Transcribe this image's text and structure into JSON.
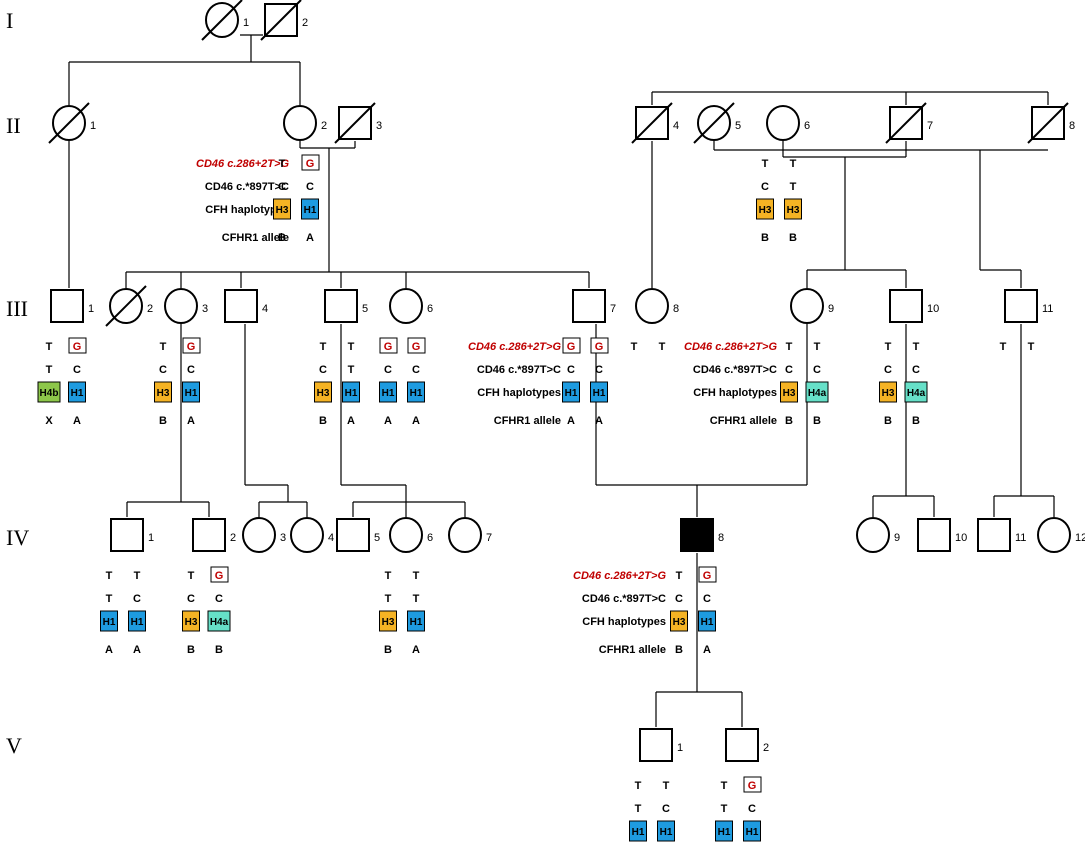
{
  "colors": {
    "H1": "#1e9be0",
    "H3": "#f5b324",
    "H4a": "#66e0c8",
    "H4b": "#8dc74a",
    "mutation": "#c00000",
    "affected": "#000000"
  },
  "generations": [
    "I",
    "II",
    "III",
    "IV",
    "V"
  ],
  "labels": {
    "mut": "CD46 c.286+2T>G",
    "snp": "CD46 c.*897T>C",
    "hap": "CFH haplotypes",
    "cfhr1": "CFHR1 allele"
  },
  "individuals": [
    {
      "id": "I-1",
      "num": "1",
      "sex": "F",
      "deceased": true
    },
    {
      "id": "I-2",
      "num": "2",
      "sex": "M",
      "deceased": true
    },
    {
      "id": "II-1",
      "num": "1",
      "sex": "F",
      "deceased": true
    },
    {
      "id": "II-2",
      "num": "2",
      "sex": "F",
      "mut": [
        "T",
        "G"
      ],
      "snp": [
        "C",
        "C"
      ],
      "hap": [
        "H3",
        "H1"
      ],
      "cfhr1": [
        "B",
        "A"
      ]
    },
    {
      "id": "II-3",
      "num": "3",
      "sex": "M",
      "deceased": true
    },
    {
      "id": "II-4",
      "num": "4",
      "sex": "M",
      "deceased": true
    },
    {
      "id": "II-5",
      "num": "5",
      "sex": "F",
      "deceased": true
    },
    {
      "id": "II-6",
      "num": "6",
      "sex": "F",
      "mut": [
        "T",
        "T"
      ],
      "snp": [
        "C",
        "T"
      ],
      "hap": [
        "H3",
        "H3"
      ],
      "cfhr1": [
        "B",
        "B"
      ]
    },
    {
      "id": "II-7",
      "num": "7",
      "sex": "M",
      "deceased": true
    },
    {
      "id": "II-8",
      "num": "8",
      "sex": "M",
      "deceased": true
    },
    {
      "id": "III-1",
      "num": "1",
      "sex": "M",
      "mut": [
        "T",
        "G"
      ],
      "snp": [
        "T",
        "C"
      ],
      "hap": [
        "H4b",
        "H1"
      ],
      "cfhr1": [
        "X",
        "A"
      ]
    },
    {
      "id": "III-2",
      "num": "2",
      "sex": "F",
      "deceased": true
    },
    {
      "id": "III-3",
      "num": "3",
      "sex": "F",
      "mut": [
        "T",
        "G"
      ],
      "snp": [
        "C",
        "C"
      ],
      "hap": [
        "H3",
        "H1"
      ],
      "cfhr1": [
        "B",
        "A"
      ]
    },
    {
      "id": "III-4",
      "num": "4",
      "sex": "M"
    },
    {
      "id": "III-5",
      "num": "5",
      "sex": "M",
      "mut": [
        "T",
        "T"
      ],
      "snp": [
        "C",
        "T"
      ],
      "hap": [
        "H3",
        "H1"
      ],
      "cfhr1": [
        "B",
        "A"
      ]
    },
    {
      "id": "III-6",
      "num": "6",
      "sex": "F",
      "mut": [
        "G",
        "G"
      ],
      "snp": [
        "C",
        "C"
      ],
      "hap": [
        "H1",
        "H1"
      ],
      "cfhr1": [
        "A",
        "A"
      ]
    },
    {
      "id": "III-7",
      "num": "7",
      "sex": "M",
      "mut": [
        "G",
        "G"
      ],
      "snp": [
        "C",
        "C"
      ],
      "hap": [
        "H1",
        "H1"
      ],
      "cfhr1": [
        "A",
        "A"
      ]
    },
    {
      "id": "III-8",
      "num": "8",
      "sex": "F",
      "mut": [
        "T",
        "T"
      ]
    },
    {
      "id": "III-9",
      "num": "9",
      "sex": "F",
      "mut": [
        "T",
        "T"
      ],
      "snp": [
        "C",
        "C"
      ],
      "hap": [
        "H3",
        "H4a"
      ],
      "cfhr1": [
        "B",
        "B"
      ]
    },
    {
      "id": "III-10",
      "num": "10",
      "sex": "M",
      "mut": [
        "T",
        "T"
      ],
      "snp": [
        "C",
        "C"
      ],
      "hap": [
        "H3",
        "H4a"
      ],
      "cfhr1": [
        "B",
        "B"
      ]
    },
    {
      "id": "III-11",
      "num": "11",
      "sex": "M",
      "mut": [
        "T",
        "T"
      ]
    },
    {
      "id": "IV-1",
      "num": "1",
      "sex": "M",
      "mut": [
        "T",
        "T"
      ],
      "snp": [
        "T",
        "C"
      ],
      "hap": [
        "H1",
        "H1"
      ],
      "cfhr1": [
        "A",
        "A"
      ]
    },
    {
      "id": "IV-2",
      "num": "2",
      "sex": "M",
      "mut": [
        "T",
        "G"
      ],
      "snp": [
        "C",
        "C"
      ],
      "hap": [
        "H3",
        "H4a"
      ],
      "cfhr1": [
        "B",
        "B"
      ]
    },
    {
      "id": "IV-3",
      "num": "3",
      "sex": "F"
    },
    {
      "id": "IV-4",
      "num": "4",
      "sex": "F"
    },
    {
      "id": "IV-5",
      "num": "5",
      "sex": "M"
    },
    {
      "id": "IV-6",
      "num": "6",
      "sex": "F",
      "mut": [
        "T",
        "T"
      ],
      "snp": [
        "T",
        "T"
      ],
      "hap": [
        "H3",
        "H1"
      ],
      "cfhr1": [
        "B",
        "A"
      ]
    },
    {
      "id": "IV-7",
      "num": "7",
      "sex": "F"
    },
    {
      "id": "IV-8",
      "num": "8",
      "sex": "M",
      "affected": true,
      "mut": [
        "T",
        "G"
      ],
      "snp": [
        "C",
        "C"
      ],
      "hap": [
        "H3",
        "H1"
      ],
      "cfhr1": [
        "B",
        "A"
      ]
    },
    {
      "id": "IV-9",
      "num": "9",
      "sex": "F"
    },
    {
      "id": "IV-10",
      "num": "10",
      "sex": "M"
    },
    {
      "id": "IV-11",
      "num": "11",
      "sex": "M"
    },
    {
      "id": "IV-12",
      "num": "12",
      "sex": "F"
    },
    {
      "id": "V-1",
      "num": "1",
      "sex": "M",
      "mut": [
        "T",
        "T"
      ],
      "snp": [
        "T",
        "C"
      ],
      "hap": [
        "H1",
        "H1"
      ],
      "cfhr1": [
        "A",
        "A"
      ]
    },
    {
      "id": "V-2",
      "num": "2",
      "sex": "M",
      "mut": [
        "T",
        "G"
      ],
      "snp": [
        "T",
        "C"
      ],
      "hap": [
        "H1",
        "H1"
      ],
      "cfhr1": [
        "A",
        "A"
      ]
    }
  ]
}
